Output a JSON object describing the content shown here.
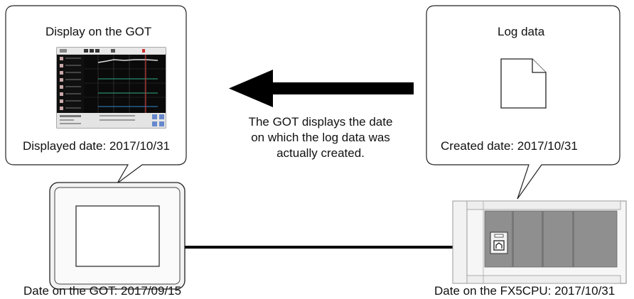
{
  "got_callout": {
    "title": "Display on the GOT",
    "date_text": "Displayed date: 2017/10/31"
  },
  "log_callout": {
    "title": "Log data",
    "date_text": "Created date: 2017/10/31",
    "icon": "document-icon"
  },
  "arrow_caption": {
    "line1": "The GOT displays the date",
    "line2": "on which the log data was",
    "line3": "actually created."
  },
  "got_device": {
    "date_text": "Date on the GOT: 2017/09/15"
  },
  "plc_device": {
    "date_text": "Date on the FX5CPU: 2017/10/31"
  },
  "colors": {
    "callout_border": "#222222",
    "arrow": "#000000",
    "screen_bg": "#0a0a0a",
    "cable": "#000000"
  }
}
